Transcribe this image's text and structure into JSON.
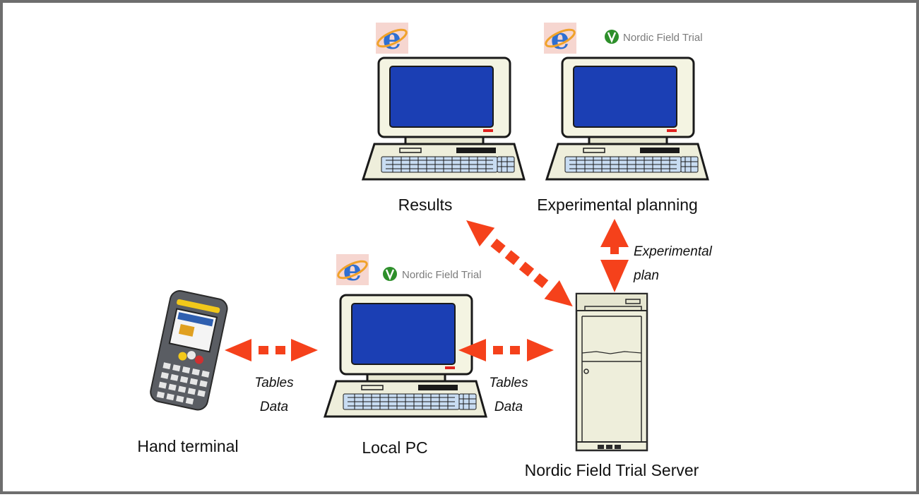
{
  "nodes": {
    "results": {
      "label": "Results"
    },
    "planning": {
      "label": "Experimental planning"
    },
    "local_pc": {
      "label": "Local PC"
    },
    "hand_terminal": {
      "label": "Hand terminal"
    },
    "server": {
      "label": "Nordic Field Trial Server"
    }
  },
  "branding": {
    "nft_label_planning": "Nordic Field Trial",
    "nft_label_local": "Nordic Field Trial"
  },
  "edges": {
    "hand_local": {
      "line1": "Tables",
      "line2": "Data"
    },
    "local_server": {
      "line1": "Tables",
      "line2": "Data"
    },
    "planning_server": {
      "line1": "Experimental",
      "line2": "plan"
    }
  },
  "icons": {
    "browser": "internet-explorer-icon",
    "nft_logo": "nordic-field-trial-leaf-icon",
    "computer": "desktop-computer-icon",
    "server": "tower-server-icon",
    "handheld": "handheld-terminal-icon"
  },
  "colors": {
    "arrow": "#f5411b",
    "screen": "#1b3fb4",
    "case": "#f4f4e2",
    "frame": "#6e6e6e"
  }
}
